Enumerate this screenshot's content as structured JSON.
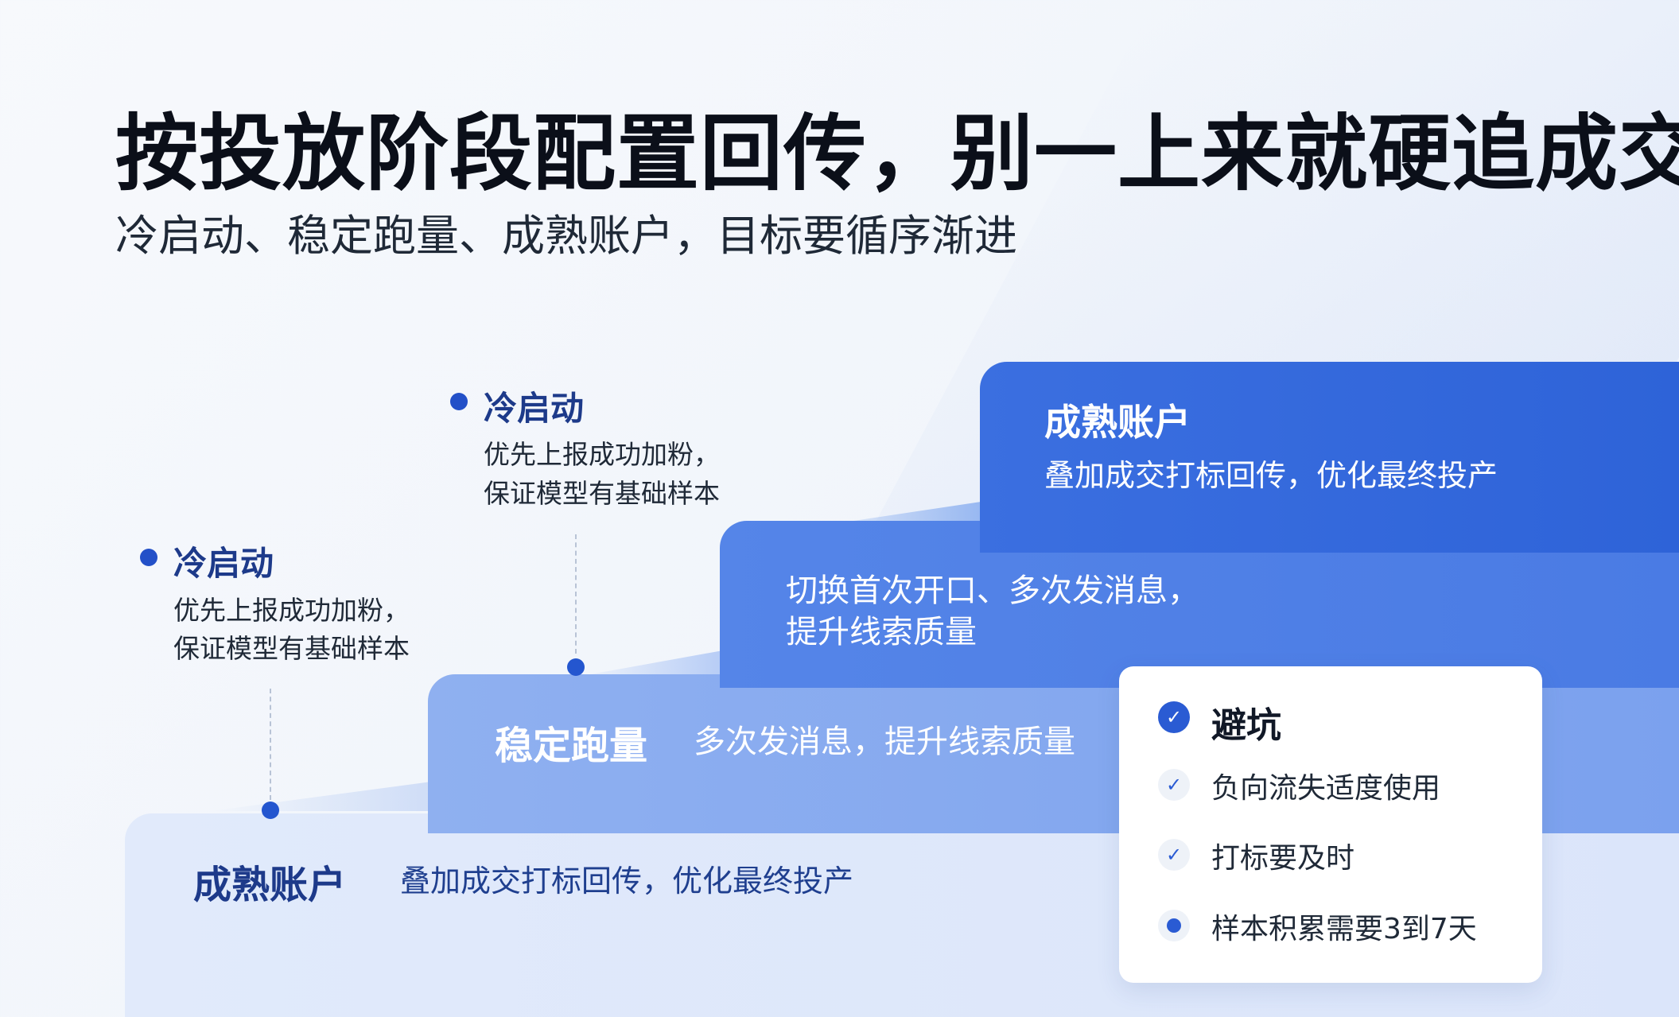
{
  "header": {
    "title": "按投放阶段配置回传，别一上来就硬追成交",
    "subtitle": "冷启动、稳定跑量、成熟账户，目标要循序渐进"
  },
  "annotations": [
    {
      "title": "冷启动",
      "line1": "优先上报成功加粉，",
      "line2": "保证模型有基础样本"
    },
    {
      "title": "冷启动",
      "line1": "优先上报成功加粉，",
      "line2": "保证模型有基础样本"
    }
  ],
  "steps": {
    "top": {
      "title": "成熟账户",
      "desc": "叠加成交打标回传，优化最终投产"
    },
    "third": {
      "line1": "切换首次开口、多次发消息，",
      "line2": "提升线索质量"
    },
    "second": {
      "title": "稳定跑量",
      "desc": "多次发消息，提升线索质量"
    },
    "base": {
      "title": "成熟账户",
      "desc": "叠加成交打标回传，优化最终投产"
    }
  },
  "pitfalls": {
    "title": "避坑",
    "title_icon": "check-circle-icon",
    "items": [
      {
        "label": "负向流失适度使用",
        "icon": "check-icon"
      },
      {
        "label": "打标要及时",
        "icon": "check-icon"
      },
      {
        "label": "样本积累需要3到7天",
        "icon": "dot-icon"
      }
    ]
  },
  "colors": {
    "accent": "#2350c8",
    "step_top": "#2e63d8",
    "step_third": "#4a7be4",
    "step_second": "#7ba1ee",
    "step_base": "#dbe5fa"
  }
}
